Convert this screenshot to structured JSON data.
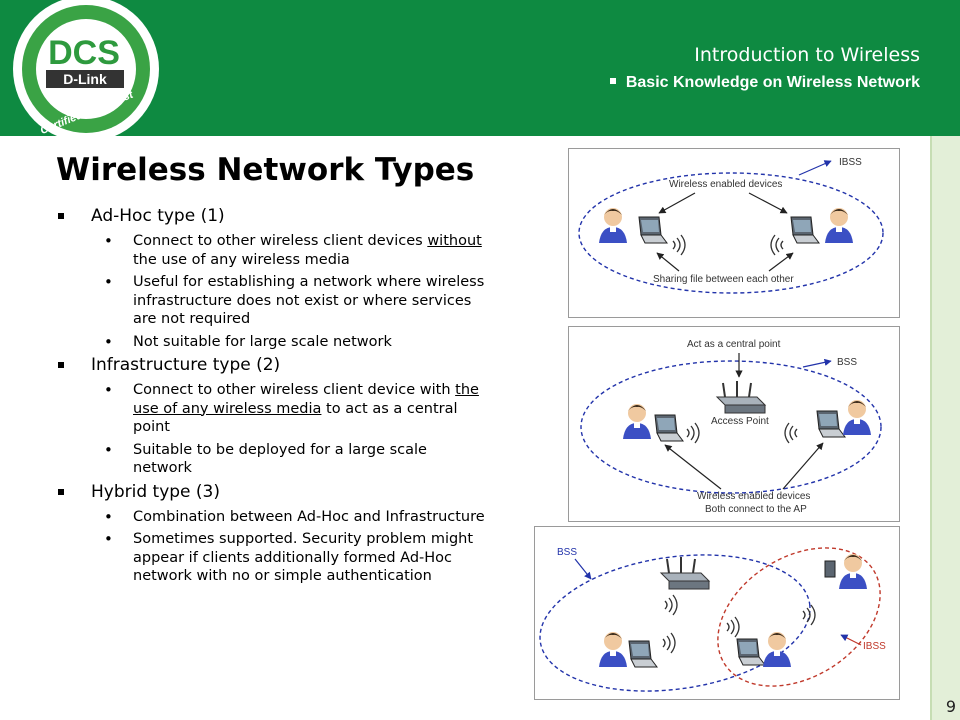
{
  "header": {
    "logo": {
      "main": "DCS",
      "brand": "D-Link",
      "tag": "Certified Specialist"
    },
    "title": "Introduction to Wireless",
    "subtitle": "Basic Knowledge on Wireless Network"
  },
  "slide": {
    "title": "Wireless Network Types",
    "page_number": "9"
  },
  "bullets": [
    {
      "label": "Ad-Hoc type (1)",
      "items": [
        {
          "pre": "Connect to other wireless client devices ",
          "u": "without",
          "post": " the use of any wireless media"
        },
        {
          "text": "Useful for establishing a network where wireless infrastructure does not exist or where services are not required"
        },
        {
          "text": "Not suitable for large scale network"
        }
      ]
    },
    {
      "label": "Infrastructure type (2)",
      "items": [
        {
          "pre": "Connect to other wireless client device with ",
          "u": "the use of any wireless media",
          "post": " to act as a central point"
        },
        {
          "text": "Suitable to be deployed for a large scale network"
        }
      ]
    },
    {
      "label": "Hybrid type (3)",
      "items": [
        {
          "text": "Combination between Ad-Hoc and Infrastructure"
        },
        {
          "text": "Sometimes supported. Security problem might appear if clients additionally formed Ad-Hoc network with no or simple authentication"
        }
      ]
    }
  ],
  "diagrams": {
    "adhoc": {
      "ibss": "IBSS",
      "top": "Wireless enabled devices",
      "bottom": "Sharing file between each other"
    },
    "infra": {
      "top": "Act as a central point",
      "bss": "BSS",
      "ap": "Access Point",
      "bottom1": "Wireless enabled devices",
      "bottom2": "Both connect to the AP"
    },
    "hybrid": {
      "bss": "BSS",
      "ibss": "IBSS"
    }
  },
  "colors": {
    "header_green": "#0e8a41",
    "strip": "#e3efd8",
    "ellipse_blue": "#2233aa",
    "ellipse_red": "#c0392b"
  }
}
